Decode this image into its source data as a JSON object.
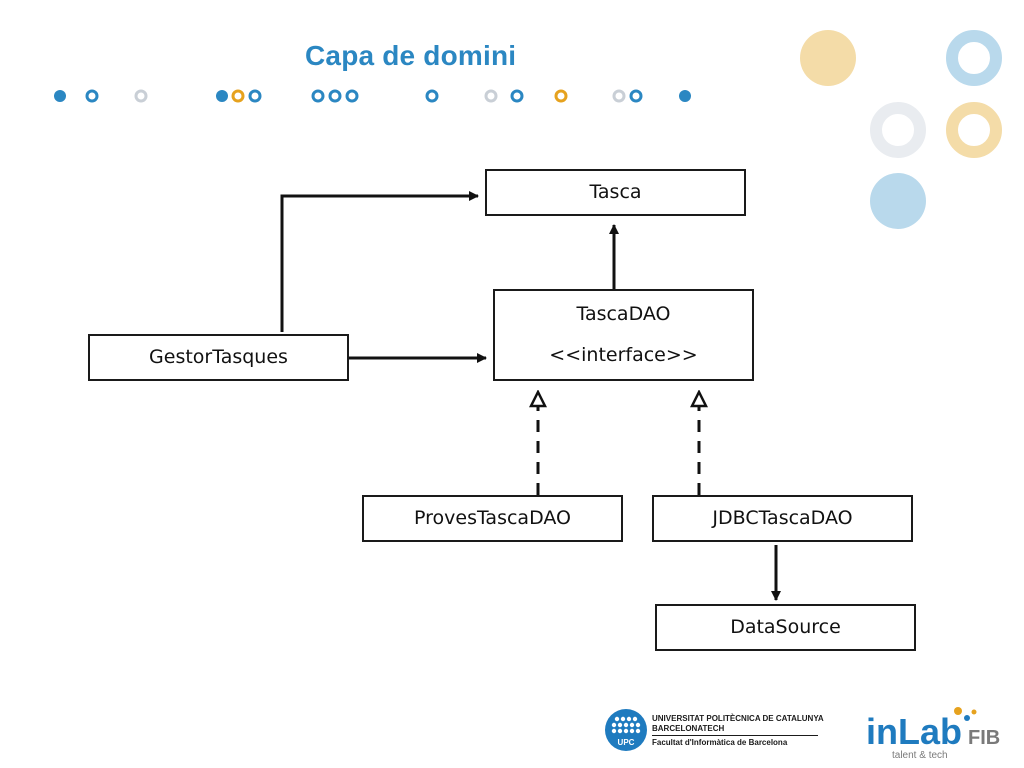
{
  "slide": {
    "title": "Capa de domini",
    "accent_blue": "#2b87c2",
    "accent_orange": "#e6a21e",
    "accent_grey": "#c9cfd6"
  },
  "diagram": {
    "boxes": {
      "tasca": "Tasca",
      "tasca_dao": "TascaDAO",
      "tasca_dao_stereotype": "<<interface>>",
      "gestor_tasques": "GestorTasques",
      "proves_tasca_dao": "ProvesTascaDAO",
      "jdbc_tasca_dao": "JDBCTascaDAO",
      "data_source": "DataSource"
    }
  },
  "footer": {
    "upc_line1": "UNIVERSITAT POLITÈCNICA DE CATALUNYA",
    "upc_line2": "BARCELONATECH",
    "upc_line3": "Facultat d'Informàtica de Barcelona",
    "upc_abbrev": "UPC",
    "inlab_in": "in",
    "inlab_lab": "Lab",
    "inlab_fib": "FIB",
    "inlab_tagline": "talent & tech"
  }
}
